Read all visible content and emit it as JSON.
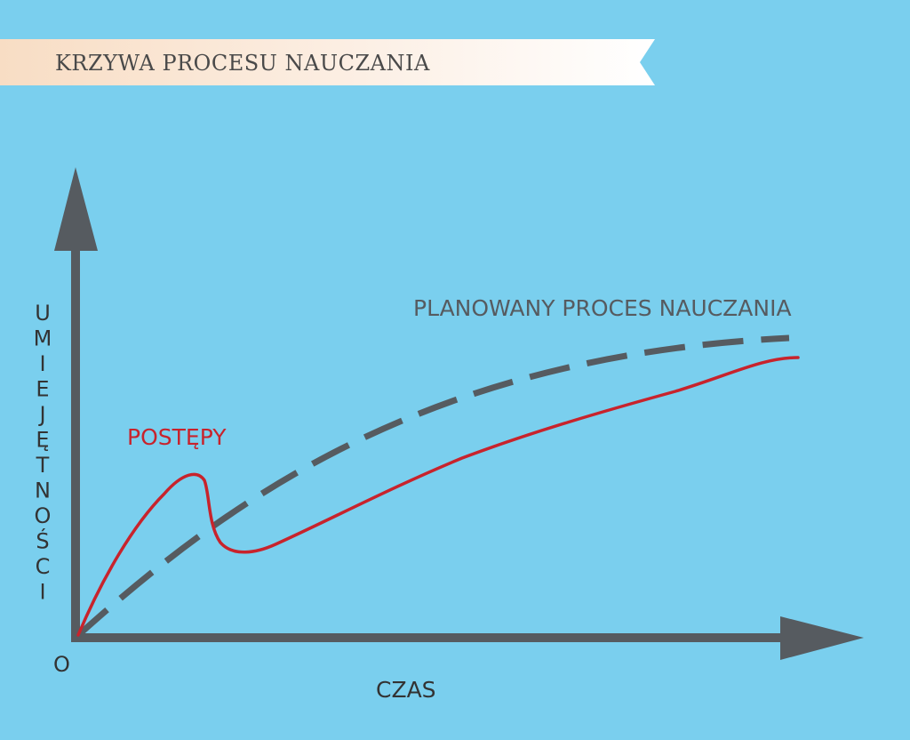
{
  "title": "KRZYWA PROCESU NAUCZANIA",
  "y_axis_label": "UMIEJĘTNOŚCI",
  "x_axis_label": "CZAS",
  "origin_label": "O",
  "series": {
    "planned": {
      "label": "PLANOWANY PROCES NAUCZANIA"
    },
    "actual": {
      "label": "POSTĘPY"
    }
  },
  "colors": {
    "background": "#7ACFEE",
    "banner_start": "#F8DDC4",
    "banner_end": "#FFFFFF",
    "axis": "#565B60",
    "planned": "#565B60",
    "actual": "#C8232C",
    "title_text": "#4A4A4A"
  }
}
